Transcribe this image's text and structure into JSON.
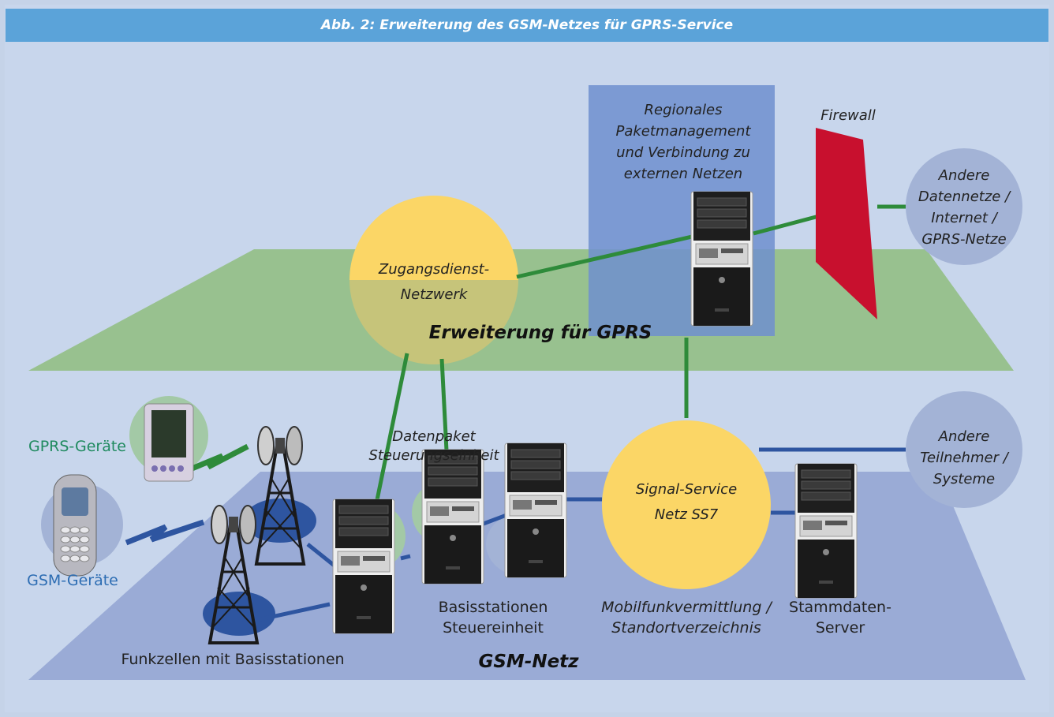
{
  "title": "Abb. 2: Erweiterung des GSM-Netzes für GPRS-Service",
  "gprs_plane_label": "Erweiterung für GPRS",
  "gsm_plane_label": "GSM-Netz",
  "regional": [
    "Regionales",
    "Paketmanagement",
    "und Verbindung zu",
    "externen Netzen"
  ],
  "firewall": "Firewall",
  "external_networks": [
    "Andere",
    "Datennetze /",
    "Internet /",
    "GPRS-Netze"
  ],
  "access_network": [
    "Zugangsdienst-",
    "Netzwerk"
  ],
  "data_packet_unit": [
    "Datenpaket",
    "Steuerungseinheit"
  ],
  "signal_service": [
    "Signal-Service",
    "Netz SS7"
  ],
  "other_subscribers": [
    "Andere",
    "Teilnehmer /",
    "Systeme"
  ],
  "gprs_devices": "GPRS-Geräte",
  "gsm_devices": "GSM-Geräte",
  "base_station_controller": [
    "Basisstationen",
    "Steuereinheit"
  ],
  "mobile_switching": [
    "Mobilfunkvermittlung /",
    "Standortverzeichnis"
  ],
  "master_data_server": [
    "Stammdaten-",
    "Server"
  ],
  "radio_cells": "Funkzellen mit Basisstationen",
  "colors": {
    "title_bar": "#5ba3d9",
    "gprs_plane": "#98c18f",
    "gsm_plane": "#9aabd6",
    "yellow_node": "#fbd666",
    "firewall": "#c8102e",
    "external_node": "#a3b3d6",
    "green_link": "#2e8b3a",
    "blue_link": "#2e55a0",
    "gprs_label": "#1f8a5f",
    "gsm_label": "#2d6db3"
  }
}
